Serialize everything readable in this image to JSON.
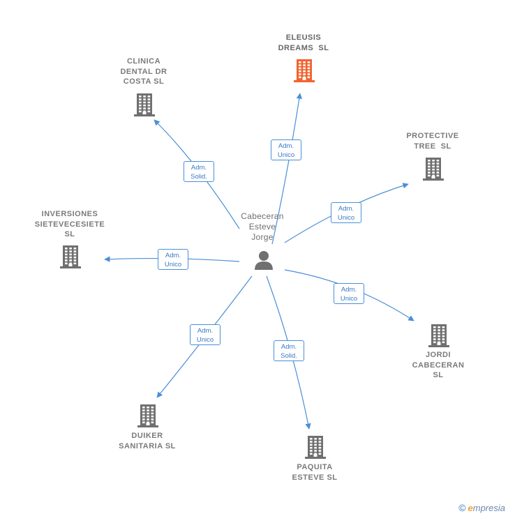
{
  "center": {
    "name_lines": [
      "Cabeceran",
      "Esteve",
      "Jorge"
    ],
    "icon": "person-icon",
    "color": "#707070"
  },
  "companies": [
    {
      "id": "eleusis",
      "lines": [
        "ELEUSIS",
        "DREAMS  SL"
      ],
      "highlight": true,
      "color": "#f2622e",
      "role": [
        "Adm.",
        "Unico"
      ]
    },
    {
      "id": "clinica",
      "lines": [
        "CLINICA",
        "DENTAL DR",
        "COSTA SL"
      ],
      "highlight": false,
      "color": "#6f6f6f",
      "role": [
        "Adm.",
        "Solid."
      ]
    },
    {
      "id": "protective",
      "lines": [
        "PROTECTIVE",
        "TREE  SL"
      ],
      "highlight": false,
      "color": "#6f6f6f",
      "role": [
        "Adm.",
        "Unico"
      ]
    },
    {
      "id": "inversiones",
      "lines": [
        "INVERSIONES",
        "SIETEVECESIETE",
        "SL"
      ],
      "highlight": false,
      "color": "#6f6f6f",
      "role": [
        "Adm.",
        "Unico"
      ]
    },
    {
      "id": "jordi",
      "lines": [
        "JORDI",
        "CABECERAN",
        "SL"
      ],
      "highlight": false,
      "color": "#6f6f6f",
      "role": [
        "Adm.",
        "Unico"
      ]
    },
    {
      "id": "duiker",
      "lines": [
        "DUIKER",
        "SANITARIA SL"
      ],
      "highlight": false,
      "color": "#6f6f6f",
      "role": [
        "Adm.",
        "Unico"
      ]
    },
    {
      "id": "paquita",
      "lines": [
        "PAQUITA",
        "ESTEVE SL"
      ],
      "highlight": false,
      "color": "#6f6f6f",
      "role": [
        "Adm.",
        "Solid."
      ]
    }
  ],
  "edge_color": "#4a8fd6",
  "footer": {
    "copyright": "©",
    "brand_first": "e",
    "brand_rest": "mpresia"
  }
}
